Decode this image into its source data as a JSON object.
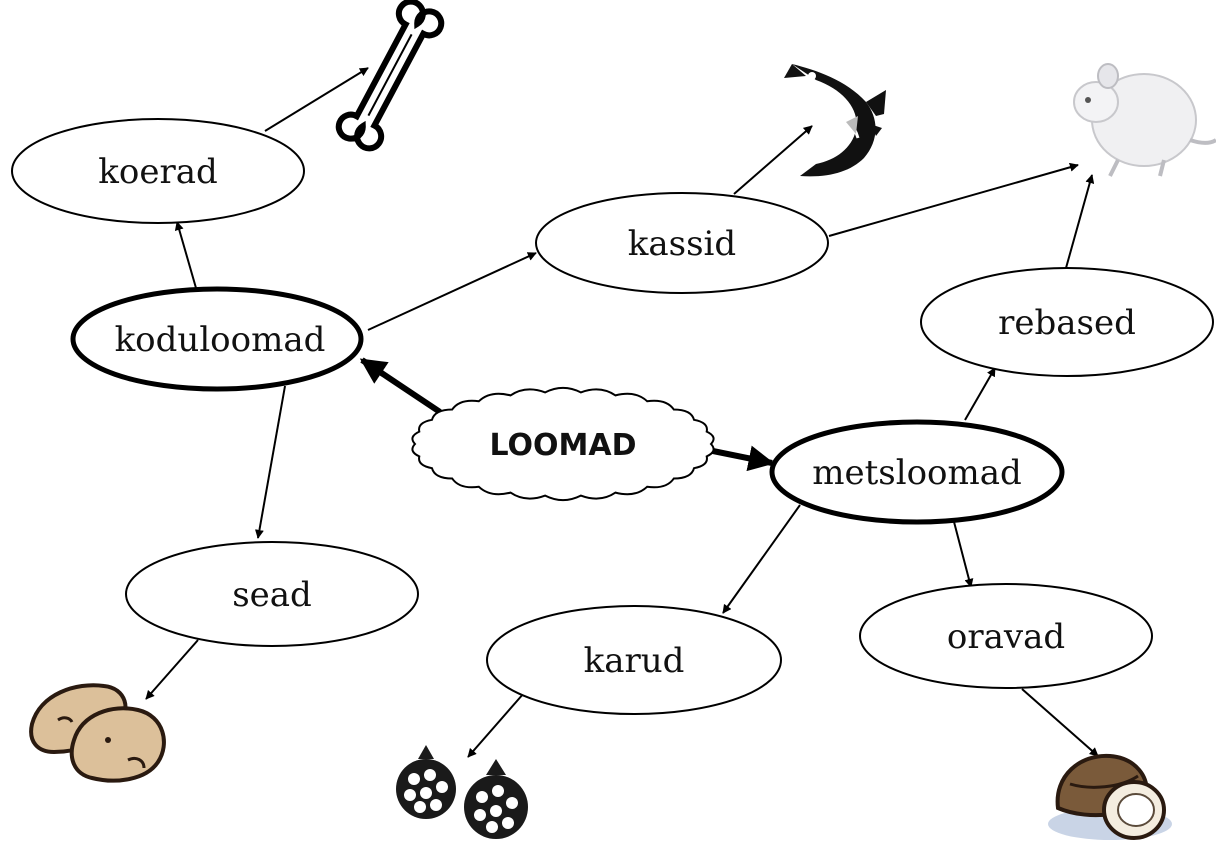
{
  "root": {
    "label": "LOOMAD"
  },
  "nodes": {
    "koduloomad": "koduloomad",
    "metsloomad": "metsloomad",
    "koerad": "koerad",
    "kassid": "kassid",
    "sead": "sead",
    "rebased": "rebased",
    "karud": "karud",
    "oravad": "oravad"
  },
  "pictures": {
    "bone": "bone-icon",
    "fish": "fish-icon",
    "mouse": "mouse-icon",
    "potatoes": "potatoes-icon",
    "berries": "berries-icon",
    "nut": "hazelnut-icon"
  },
  "colors": {
    "line": "#000000",
    "potato": "#dcc09a",
    "nut": "#7a5a3a"
  }
}
